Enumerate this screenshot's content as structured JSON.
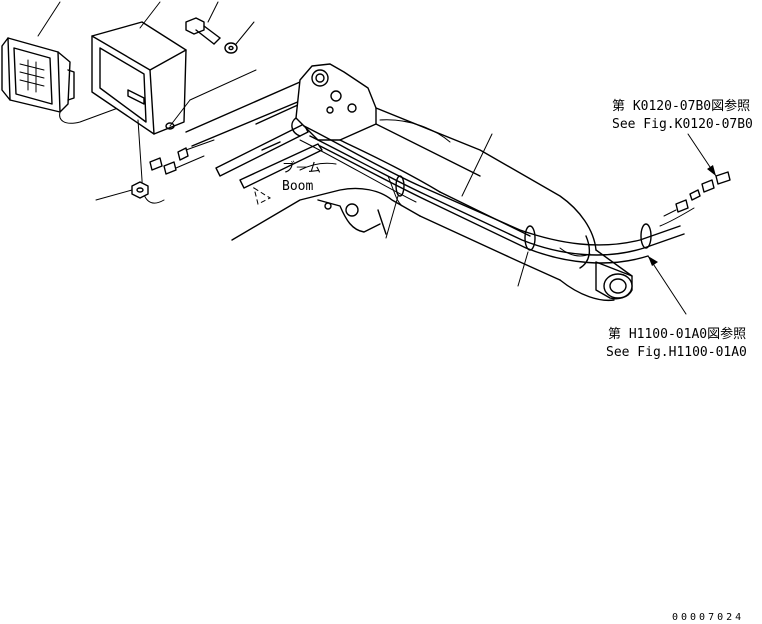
{
  "references": {
    "upper_jp": "第 K0120-07B0図参照",
    "upper_en": "See Fig.K0120-07B0",
    "lower_jp": "第 H1100-01A0図参照",
    "lower_en": "See Fig.H1100-01A0"
  },
  "boom_label": {
    "jp": "ブ－ム",
    "en": "Boom"
  },
  "drawing_number": "00007024"
}
